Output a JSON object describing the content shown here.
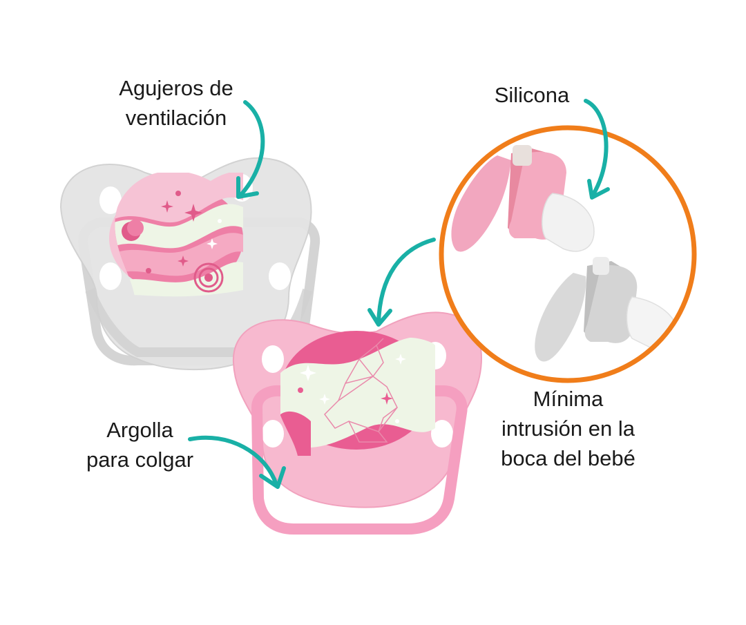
{
  "labels": {
    "ventilation": {
      "line1": "Agujeros de",
      "line2": "ventilación"
    },
    "silicone": {
      "line1": "Silicona"
    },
    "ring": {
      "line1": "Argolla",
      "line2": "para colgar"
    },
    "intrusion": {
      "line1": "Mínima",
      "line2": "intrusión en la",
      "line3": "boca del bebé"
    }
  },
  "colors": {
    "arrow": "#19b0a6",
    "circle": "#f07d1a",
    "pink": "#f5aac3",
    "pink_dark": "#e05b8a",
    "grey": "#dcdcdc",
    "glow": "#eef5e6"
  },
  "icons": [
    "pacifier-grey-image",
    "pacifier-pink-image",
    "silicone-nipple-zoom-image",
    "curved-arrow-icon"
  ]
}
